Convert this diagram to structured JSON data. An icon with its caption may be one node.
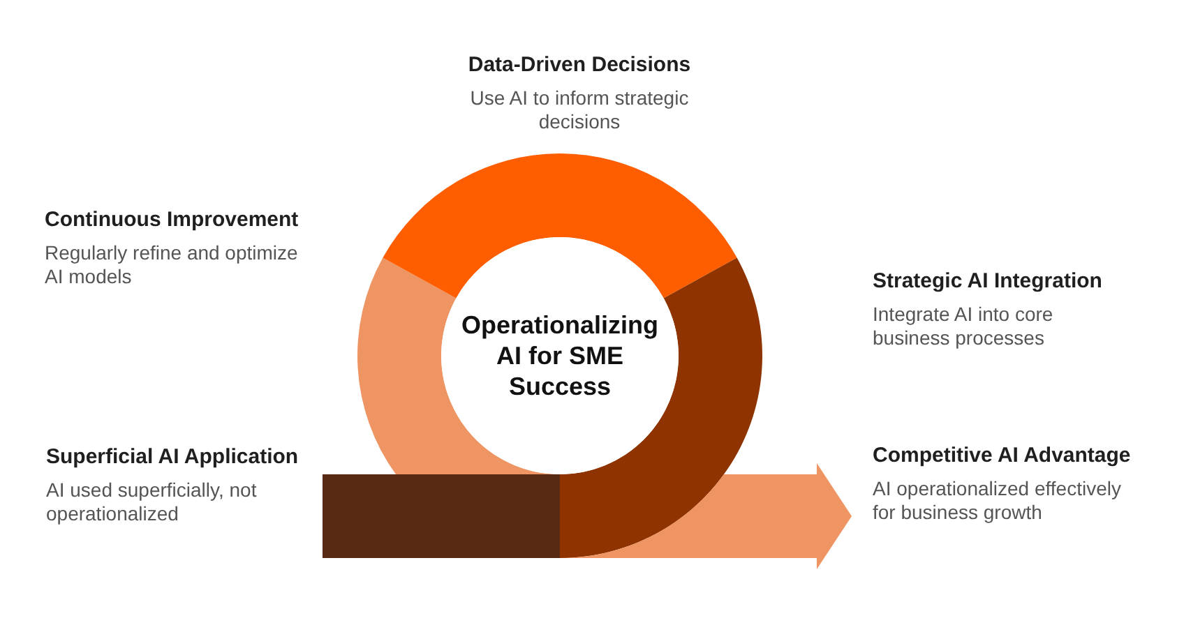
{
  "diagram": {
    "nodes": [
      {
        "text": [
          "Operationalizing AI for SME Success"
        ]
      },
      {
        "text": [],
        "shape": "bar",
        "beside": [
          "Superficial AI Application",
          "AI used superficially, not operationalized"
        ]
      },
      {
        "text": [],
        "shape": "arc",
        "beside": [
          "Continuous Improvement",
          "Regularly refine and optimize AI models"
        ]
      },
      {
        "text": [],
        "shape": "arc",
        "beside": [
          "Data-Driven Decisions",
          "Use AI to inform strategic decisions"
        ]
      },
      {
        "text": [],
        "shape": "arc",
        "beside": [
          "Strategic AI Integration",
          "Integrate AI into core business processes"
        ]
      },
      {
        "text": [],
        "shape": "arrow",
        "beside": [
          "Competitive AI Advantage",
          "AI operationalized effectively for business growth"
        ]
      }
    ]
  }
}
